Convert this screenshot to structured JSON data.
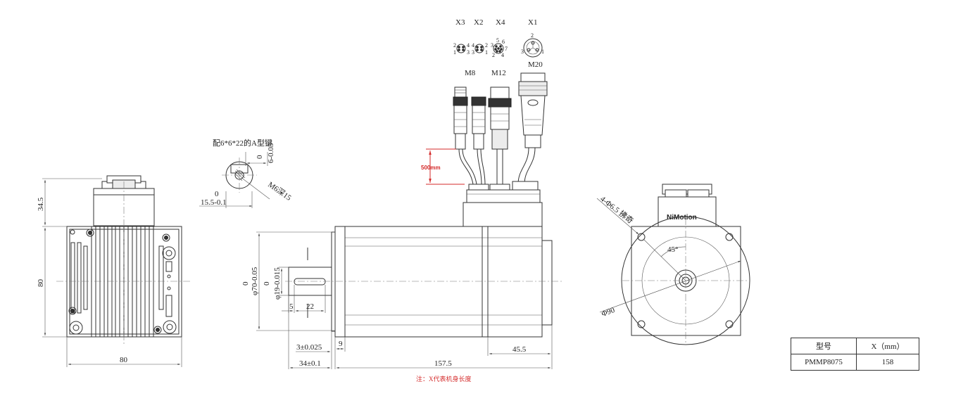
{
  "connectors": {
    "x3": {
      "label": "X3",
      "pins": [
        "2",
        "4",
        "1",
        "3"
      ]
    },
    "x2": {
      "label": "X2",
      "pins": [
        "4",
        "2",
        "3",
        "1"
      ]
    },
    "x4": {
      "label": "X4",
      "pins": [
        "5",
        "3",
        "6",
        "7",
        "2",
        "4"
      ]
    },
    "x1": {
      "label": "X1",
      "pins": [
        "2",
        "3",
        "1"
      ]
    },
    "m8": "M8",
    "m12": "M12",
    "m20": "M20"
  },
  "cable_length": "500mm",
  "key_section": {
    "key_label": "配6*6*22的A型键",
    "key_tol_upper": "0",
    "key_tol_value": "6-0.03",
    "thread_label": "M6深15",
    "depth_upper": "0",
    "depth_value": "15.5-0.1"
  },
  "left_view": {
    "height_cable": "34.5",
    "height_body": "80",
    "width_body": "80"
  },
  "side_view": {
    "flange_upper": "0",
    "flange_dia": "φ70-0.05",
    "shaft_upper": "0",
    "shaft_dia": "φ19-0.015",
    "key_offset": "5",
    "key_length": "22",
    "flange_thickness": "3±0.025",
    "flange_width": "9",
    "connector_offset": "45.5",
    "shaft_length": "34±0.1",
    "body_length": "157.5",
    "note": "注：X代表机身长度"
  },
  "front_view": {
    "mounting_holes": "4-Φ6.5 拂奇",
    "angle": "45°",
    "pcd": "Φ90",
    "brand": "NiMotion"
  },
  "spec_table": {
    "header_model": "型号",
    "header_x": "X（mm）",
    "model": "PMMP8075",
    "x_value": "158"
  }
}
